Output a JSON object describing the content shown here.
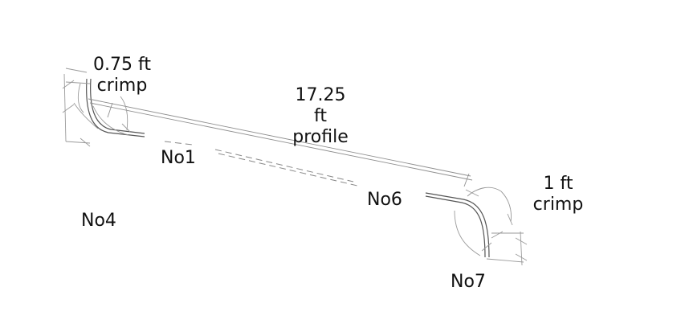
{
  "labels": {
    "left_crimp": {
      "value": "0.75 ft",
      "kind": "crimp"
    },
    "profile": {
      "value": "17.25",
      "unit": "ft",
      "kind": "profile"
    },
    "right_crimp": {
      "value": "1 ft",
      "kind": "crimp"
    }
  },
  "nodes": {
    "no1": "No1",
    "no4": "No4",
    "no6": "No6",
    "no7": "No7"
  },
  "colors": {
    "background": "#ffffff",
    "text": "#111111",
    "line": "#555555",
    "dim_line": "#9a9a9a"
  }
}
